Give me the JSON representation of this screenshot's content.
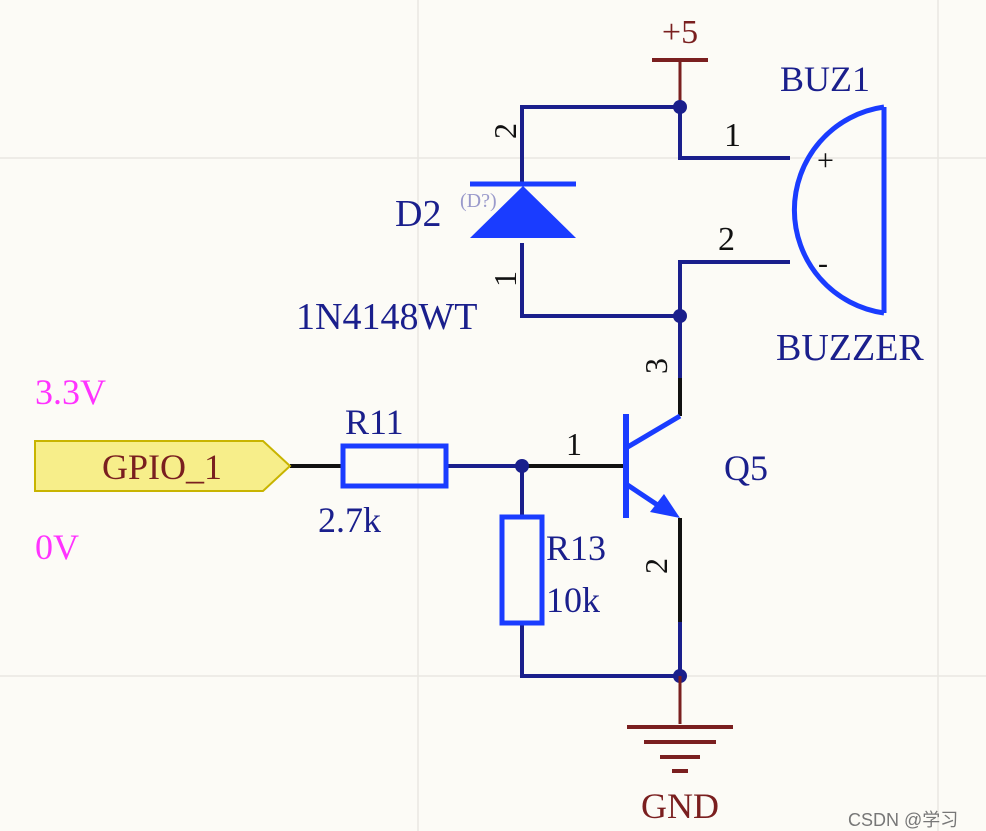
{
  "colors": {
    "background": "#fcfbf6",
    "grid": "#e9e8e2",
    "wire": "#1a1f8c",
    "component": "#1a3cff",
    "black_wire": "#111111",
    "power": "#7a1f1f",
    "voltage": "#ff33ff",
    "port_fill": "#f7ee8a",
    "port_stroke": "#c8b400",
    "port_text": "#7a1f1f",
    "designator": "#1a1f8c",
    "junction": "#1a1f8c",
    "faint": "#9a9acb",
    "watermark": "#777777"
  },
  "power": {
    "vcc": "+5",
    "gnd": "GND"
  },
  "port": {
    "name": "GPIO_1"
  },
  "voltages": {
    "high": "3.3V",
    "low": "0V"
  },
  "resistors": {
    "r11": {
      "ref": "R11",
      "value": "2.7k"
    },
    "r13": {
      "ref": "R13",
      "value": "10k"
    }
  },
  "diode": {
    "ref": "D2",
    "ghost": "(D?)",
    "part": "1N4148WT",
    "pin_anode": "1",
    "pin_cathode": "2"
  },
  "buzzer": {
    "ref": "BUZ1",
    "part": "BUZZER",
    "pin1": "1",
    "pin2": "2",
    "plus": "+",
    "minus": "-"
  },
  "transistor": {
    "ref": "Q5",
    "pin_base": "1",
    "pin_emitter": "2",
    "pin_collector": "3"
  },
  "watermark": "CSDN @学习"
}
